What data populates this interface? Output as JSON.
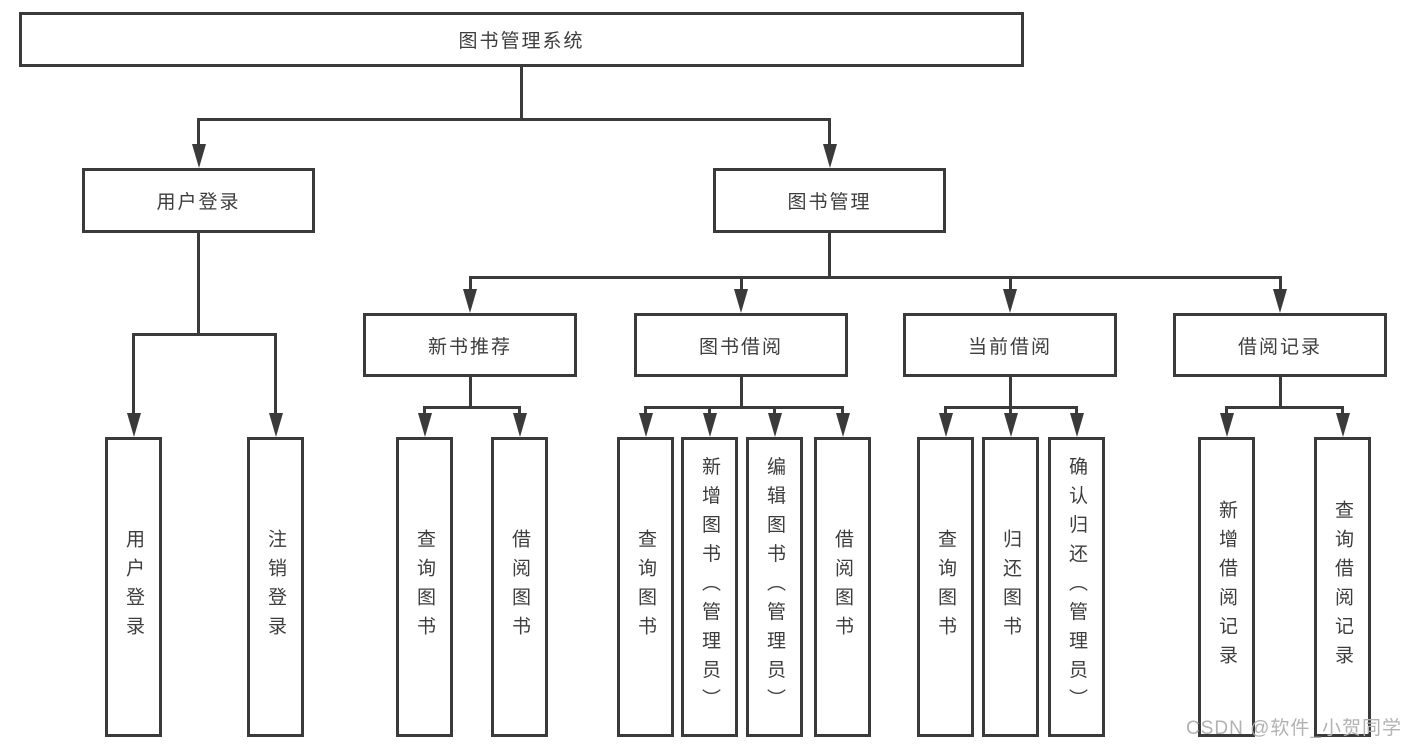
{
  "diagram": {
    "nodes": {
      "root": "图书管理系统",
      "l2": [
        "用户登录",
        "图书管理"
      ],
      "l3": [
        "新书推荐",
        "图书借阅",
        "当前借阅",
        "借阅记录"
      ],
      "leaves_user_login": [
        "用户登录",
        "注销登录"
      ],
      "leaves_new_book": [
        "查询图书",
        "借阅图书"
      ],
      "leaves_book_borrow": [
        "查询图书",
        "新增图书（管理员）",
        "编辑图书（管理员）",
        "借阅图书"
      ],
      "leaves_current_borrow": [
        "查询图书",
        "归还图书",
        "确认归还（管理员）"
      ],
      "leaves_borrow_record": [
        "新增借阅记录",
        "查询借阅记录"
      ]
    },
    "watermark": "CSDN @软件_小贺同学",
    "colors": {
      "line": "#3a3a3a",
      "text": "#3d3d3d",
      "watermark": "#b2b2b2",
      "background": "#ffffff"
    }
  }
}
